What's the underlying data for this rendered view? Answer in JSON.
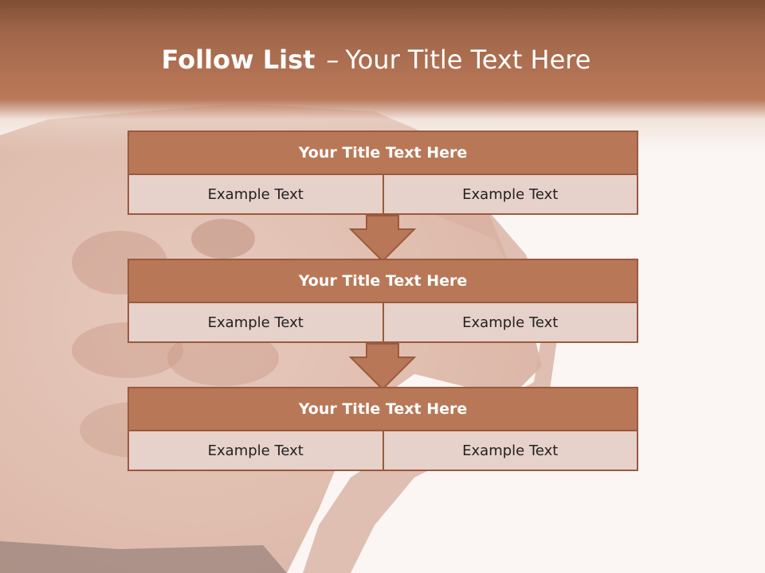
{
  "slide": {
    "title_strong": "Follow List",
    "title_dash": "–",
    "title_rest": "Your Title Text Here"
  },
  "blocks": [
    {
      "title": "Your Title Text Here",
      "left": "Example Text",
      "right": "Example Text"
    },
    {
      "title": "Your Title Text Here",
      "left": "Example Text",
      "right": "Example Text"
    },
    {
      "title": "Your Title Text Here",
      "left": "Example Text",
      "right": "Example Text"
    }
  ],
  "colors": {
    "title_fill": "#b87857",
    "border": "#9a5a3d",
    "cell_fill": "#e6d1cb",
    "arrow_fill": "#b87857"
  }
}
